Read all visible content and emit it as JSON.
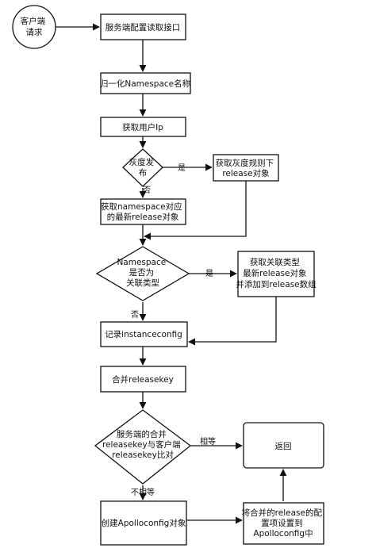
{
  "nodes": {
    "client": [
      "客户端",
      "请求"
    ],
    "read_config": [
      "服务端配置读取接口"
    ],
    "normalize_ns": [
      "归一化Namespace名称"
    ],
    "get_ip": [
      "获取用户Ip"
    ],
    "gray_release": [
      "灰度发",
      "布"
    ],
    "get_gray_rule": [
      "获取灰度规则下",
      "release对象"
    ],
    "get_latest_release": [
      "获取namespace对应",
      "的最新release对象"
    ],
    "is_associated": [
      "Namespace",
      "是否为",
      "关联类型"
    ],
    "get_associated": [
      "获取关联类型",
      "最新release对象",
      "并添加到release数组"
    ],
    "record_config": [
      "记录instanceconfig"
    ],
    "merge_key": [
      "合并releasekey"
    ],
    "compare_key": [
      "服务端的合并",
      "releasekey与客户端",
      "releasekey比对"
    ],
    "return": [
      "返回"
    ],
    "create_config": [
      "创建Apolloconfig对象"
    ],
    "set_config": [
      "将合并的release的配",
      "置项设置到",
      "Apolloconfig中"
    ]
  },
  "edges": {
    "yes1": "是",
    "no1": "否",
    "yes2": "是",
    "no2": "否",
    "equal": "相等",
    "not_equal": "不相等"
  }
}
